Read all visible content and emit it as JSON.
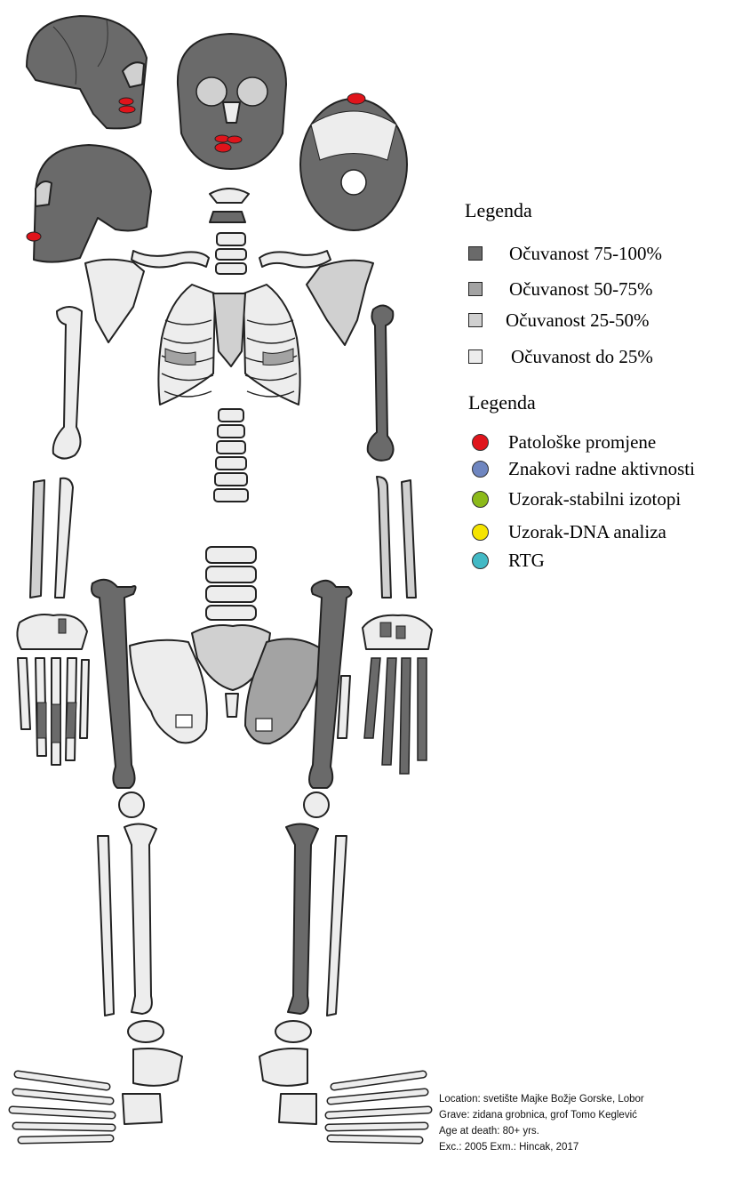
{
  "legend_preservation": {
    "title": "Legenda",
    "items": [
      {
        "label": "Očuvanost 75-100%",
        "color": "#6a6a6a"
      },
      {
        "label": "Očuvanost 50-75%",
        "color": "#a3a3a3"
      },
      {
        "label": "Očuvanost 25-50%",
        "color": "#d0d0d0"
      },
      {
        "label": "Očuvanost do 25%",
        "color": "#ededed"
      }
    ]
  },
  "legend_markers": {
    "title": "Legenda",
    "items": [
      {
        "label": "Patološke promjene",
        "color": "#e0141b"
      },
      {
        "label": "Znakovi radne aktivnosti",
        "color": "#6f86c0"
      },
      {
        "label": "Uzorak-stabilni izotopi",
        "color": "#8cba1a"
      },
      {
        "label": "Uzorak-DNA analiza",
        "color": "#f5e400"
      },
      {
        "label": "RTG",
        "color": "#42b9c5"
      }
    ]
  },
  "info": {
    "location": "Location: svetište Majke Božje Gorske, Lobor",
    "grave": "Grave: zidana grobnica, grof Tomo Keglević",
    "age": "Age at death: 80+ yrs.",
    "exc": "Exc.: 2005 Exm.: Hincak, 2017"
  }
}
